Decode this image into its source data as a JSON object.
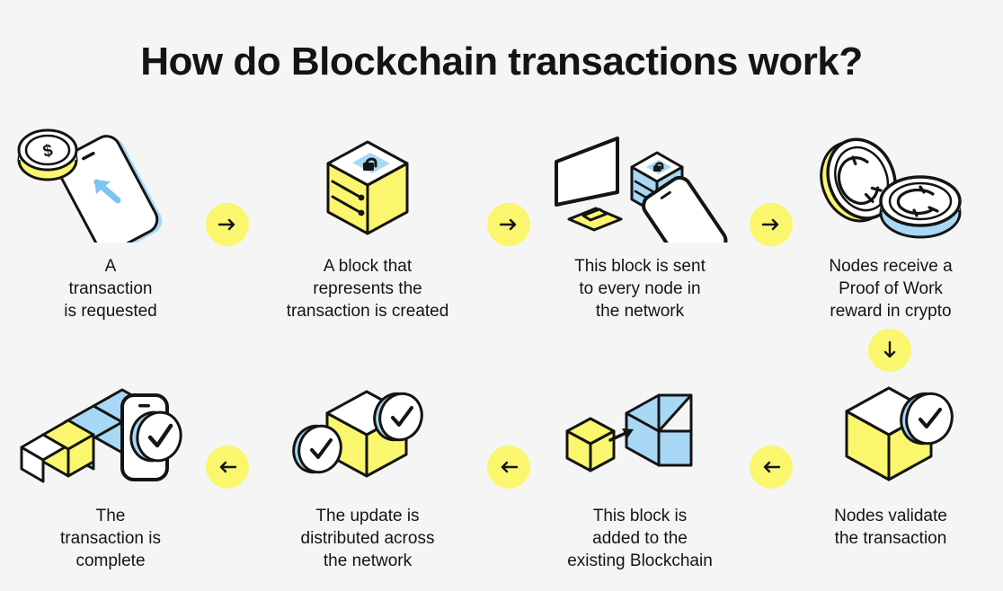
{
  "page": {
    "title": "How do Blockchain transactions work?",
    "background_color": "#F5F5F5",
    "accent_yellow": "#FAF76E",
    "accent_blue": "#A8D8F5",
    "ink": "#141414"
  },
  "steps": [
    {
      "id": 1,
      "label": "A\ntransaction\nis requested",
      "illustration": "phone-with-dollar-coin",
      "illustration_parts": [
        "smartphone",
        "dollar-coin",
        "blue-arrow"
      ]
    },
    {
      "id": 2,
      "label": "A block that\nrepresents the\ntransaction is created",
      "illustration": "yellow-block-with-lock",
      "illustration_parts": [
        "isometric-cube",
        "padlock-icon"
      ]
    },
    {
      "id": 3,
      "label": "This block is sent\nto every node in\nthe network",
      "illustration": "monitor-block-phone",
      "illustration_parts": [
        "desktop-monitor",
        "blue-block-with-lock",
        "smartphone"
      ]
    },
    {
      "id": 4,
      "label": "Nodes receive a\nProof of Work\nreward in crypto",
      "illustration": "two-crypto-coins",
      "illustration_parts": [
        "coin-upright",
        "coin-flat"
      ]
    },
    {
      "id": 5,
      "label": "Nodes validate\nthe transaction",
      "illustration": "block-with-checkmark",
      "illustration_parts": [
        "isometric-cube",
        "check-badge"
      ]
    },
    {
      "id": 6,
      "label": "This block is\nadded to the\nexisting Blockchain",
      "illustration": "block-joining-chain",
      "illustration_parts": [
        "yellow-cube",
        "blue-chain",
        "join-arrow"
      ]
    },
    {
      "id": 7,
      "label": "The update is\ndistributed across\nthe network",
      "illustration": "block-with-two-checkmarks",
      "illustration_parts": [
        "isometric-cube",
        "check-badge",
        "check-badge"
      ]
    },
    {
      "id": 8,
      "label": "The\ntransaction is\ncomplete",
      "illustration": "chain-phone-checkmark",
      "illustration_parts": [
        "block-chain",
        "smartphone",
        "check-badge"
      ]
    }
  ],
  "connectors": [
    {
      "id": "c1",
      "direction": "right",
      "glyph": "→"
    },
    {
      "id": "c2",
      "direction": "right",
      "glyph": "→"
    },
    {
      "id": "c3",
      "direction": "right",
      "glyph": "→"
    },
    {
      "id": "c4",
      "direction": "down",
      "glyph": "↓"
    },
    {
      "id": "c5",
      "direction": "left",
      "glyph": "←"
    },
    {
      "id": "c6",
      "direction": "left",
      "glyph": "←"
    },
    {
      "id": "c7",
      "direction": "left",
      "glyph": "←"
    }
  ]
}
